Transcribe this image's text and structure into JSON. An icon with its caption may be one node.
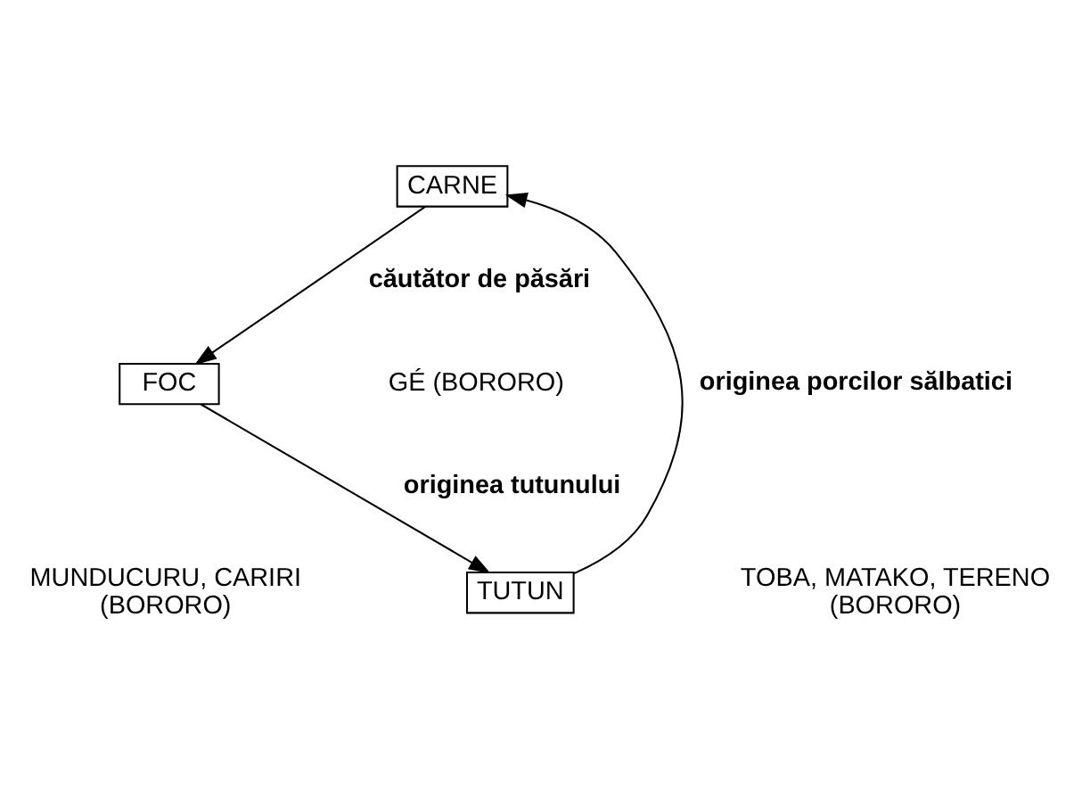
{
  "diagram": {
    "nodes": [
      {
        "text": [
          "CARNE"
        ]
      },
      {
        "text": [
          "FOC"
        ]
      },
      {
        "text": [
          "TUTUN"
        ]
      }
    ],
    "edges": [
      {
        "from": 0,
        "to": 1,
        "arrow": "to",
        "label": "căutător de păsări"
      },
      {
        "from": 1,
        "to": 2,
        "arrow": "to",
        "label": "originea tutunului"
      },
      {
        "from": 2,
        "to": 0,
        "arrow": "to",
        "label": "originea porcilor sălbatici"
      }
    ],
    "labels": [
      "GÉ (BORORO)",
      "MUNDUCURU, CARIRI (BORORO)",
      "TOBA, MATAKO, TERENO (BORORO)"
    ]
  }
}
